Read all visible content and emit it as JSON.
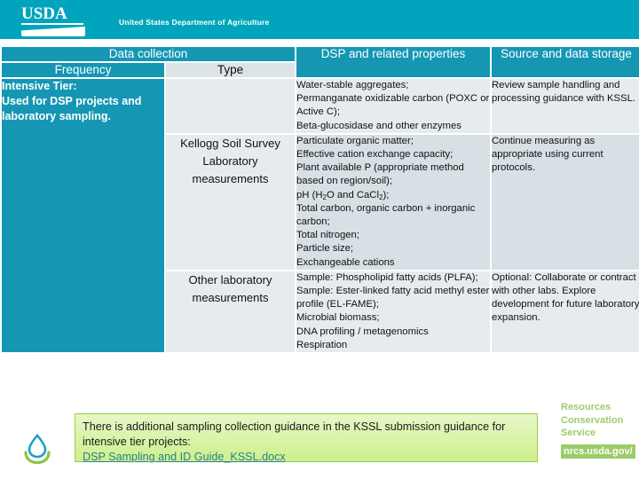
{
  "banner": {
    "logo_word": "USDA",
    "subtitle": "United States Department of Agriculture"
  },
  "table": {
    "group_headers": [
      {
        "label": "Data collection",
        "span": 2
      },
      {
        "label": "DSP and related properties",
        "span": 1
      },
      {
        "label": "Source and data storage",
        "span": 1
      }
    ],
    "group_header_main": "Data collection",
    "group_header_dsp": "DSP and related properties",
    "group_header_source": "Source and data storage",
    "sub_headers": {
      "frequency": "Frequency",
      "type": "Type"
    },
    "frequency_cell": "Intensive Tier:\nUsed for DSP projects and laboratory sampling.",
    "rows": [
      {
        "type": "",
        "properties": "Water-stable aggregates;\nPermanganate oxidizable carbon (POXC or Active C);\nBeta-glucosidase and other enzymes",
        "source": "Review sample handling and processing guidance with KSSL."
      },
      {
        "type": "Kellogg Soil Survey Laboratory measurements",
        "properties": "Particulate organic matter;\nEffective cation exchange capacity;\nPlant available P (appropriate method based on region/soil);\npH (H2O and CaCl2);\nTotal carbon, organic carbon + inorganic carbon;\nTotal nitrogen;\nParticle size;\nExchangeable cations",
        "source": "Continue measuring as appropriate using current protocols."
      },
      {
        "type": "Other laboratory measurements",
        "properties": "Sample: Phospholipid fatty acids (PLFA);\nSample: Ester-linked fatty acid methyl ester profile (EL-FAME);\nMicrobial biomass;\nDNA profiling / metagenomics\nRespiration",
        "source": "Optional: Collaborate or contract with other labs. Explore development for future laboratory expansion."
      }
    ]
  },
  "callout": {
    "text": "There is additional sampling collection guidance in the KSSL submission guidance for intensive tier projects:",
    "link_label": "DSP Sampling and ID Guide_KSSL.docx"
  },
  "nrcs": {
    "line1": "Resources",
    "line2": "Conservation",
    "line3": "Service",
    "url": "nrcs.usda.gov/"
  },
  "colors": {
    "teal_banner": "#00a5bd",
    "teal_header": "#1597b4",
    "cell_light": "#e6ecee",
    "cell_alt": "#d7e0e4",
    "callout_green": "#ccf08c",
    "link_teal": "#2b7f8c",
    "nrcs_green": "#9ccc6a"
  }
}
